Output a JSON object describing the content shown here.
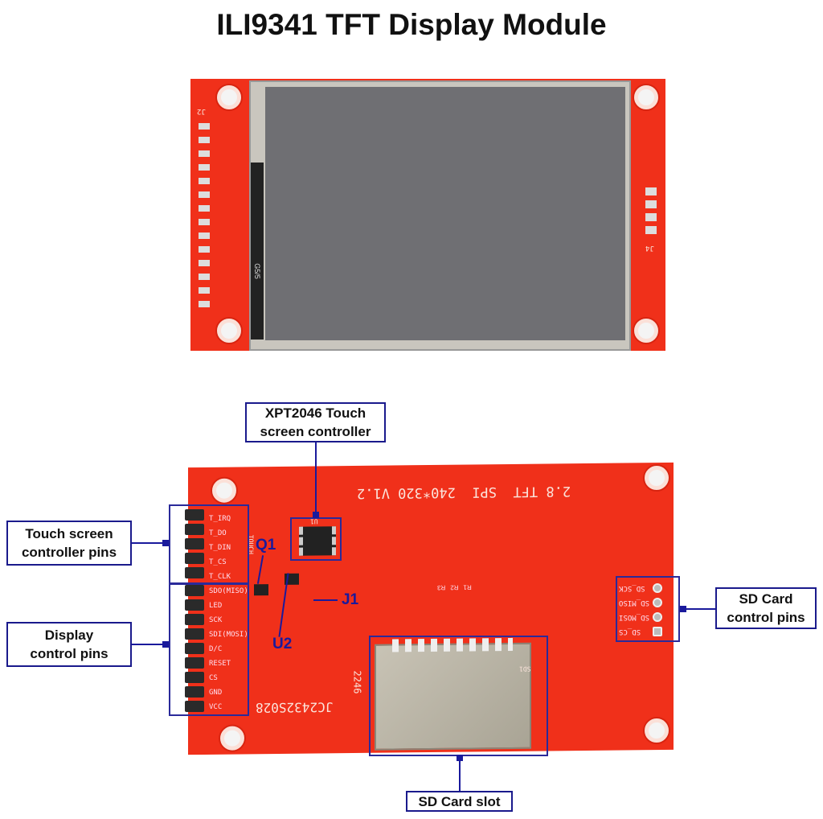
{
  "title": "ILI9341 TFT Display Module",
  "front": {
    "silk_left": "J2",
    "silk_right": "J4",
    "silk_fpc": "G5/5"
  },
  "back": {
    "silk_top": "2.8 TFT  SPI  240*320 V1.2",
    "silk_model": "JC2432S028",
    "silk_date": "2246",
    "silk_touch": "TOUCH",
    "silk_u1": "U1",
    "silk_sd": "SD1",
    "touch_pins": [
      "T_IRQ",
      "T_DO",
      "T_DIN",
      "T_CS",
      "T_CLK"
    ],
    "display_pins": [
      "SDO(MISO)",
      "LED",
      "SCK",
      "SDI(MOSI)",
      "D/C",
      "RESET",
      "CS",
      "GND",
      "VCC"
    ],
    "sd_pins": [
      "SD_SCK",
      "SD_MISO",
      "SD_MOSI",
      "SD_CS"
    ],
    "resistors": [
      "R3",
      "R2",
      "R1"
    ]
  },
  "labels": {
    "xpt": "XPT2046 Touch screen controller",
    "touch": "Touch screen controller pins",
    "display": "Display control pins",
    "sd_ctrl": "SD Card control pins",
    "sd_slot": "SD Card slot",
    "q1": "Q1",
    "u2": "U2",
    "j1": "J1"
  }
}
